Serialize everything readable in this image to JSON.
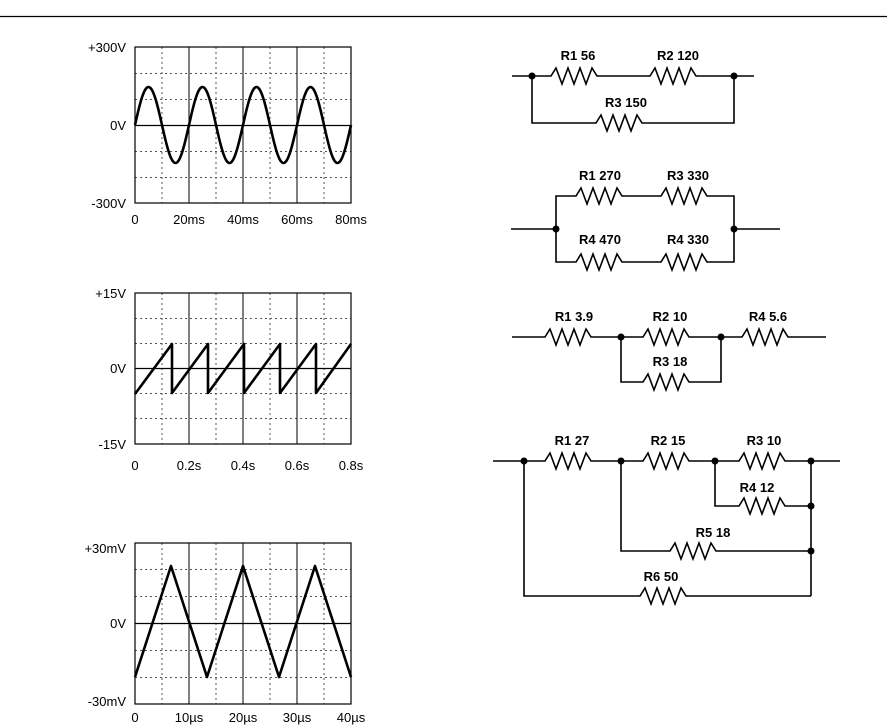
{
  "oscilloscopes": [
    {
      "y_labels": [
        "+300V",
        "0V",
        "-300V"
      ],
      "x_labels": [
        "0",
        "20ms",
        "40ms",
        "60ms",
        "80ms"
      ],
      "waveform": "sine"
    },
    {
      "y_labels": [
        "+15V",
        "0V",
        "-15V"
      ],
      "x_labels": [
        "0",
        "0.2s",
        "0.4s",
        "0.6s",
        "0.8s"
      ],
      "waveform": "sawtooth"
    },
    {
      "y_labels": [
        "+30mV",
        "0V",
        "-30mV"
      ],
      "x_labels": [
        "0",
        "10µs",
        "20µs",
        "30µs",
        "40µs"
      ],
      "waveform": "triangle"
    }
  ],
  "circuits": [
    {
      "labels": [
        "R1 56",
        "R2 120",
        "R3 150"
      ]
    },
    {
      "labels": [
        "R1 270",
        "R3 330",
        "R4 470",
        "R4 330"
      ]
    },
    {
      "labels": [
        "R1 3.9",
        "R2 10",
        "R4 5.6",
        "R3 18"
      ]
    },
    {
      "labels": [
        "R1 27",
        "R2 15",
        "R3 10",
        "R4 12",
        "R5 18",
        "R6 50"
      ]
    }
  ]
}
